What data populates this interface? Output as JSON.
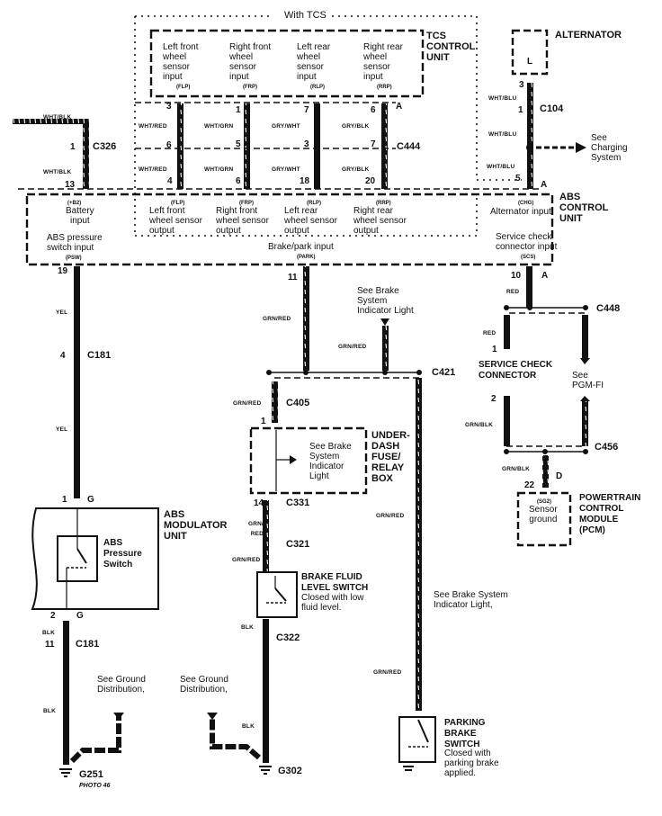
{
  "tcs": {
    "group_label": "With TCS",
    "unit_name": "TCS\nCONTROL\nUNIT",
    "inputs": [
      {
        "label": "Left front\nwheel\nsensor\ninput",
        "code": "(FLP)"
      },
      {
        "label": "Right front\nwheel\nsensor\ninput",
        "code": "(FRP)"
      },
      {
        "label": "Left rear\nwheel\nsensor\ninput",
        "code": "(RLP)"
      },
      {
        "label": "Right rear\nwheel\nsensor\ninput",
        "code": "(RRP)"
      }
    ],
    "pins_top": [
      "3",
      "1",
      "7",
      "6"
    ],
    "pins_mid": [
      "6",
      "5",
      "3",
      "7"
    ],
    "pins_bottom": [
      "4",
      "6",
      "18",
      "20"
    ],
    "wires_top": [
      "WHT/RED",
      "WHT/GRN",
      "GRY/WHT",
      "GRY/BLK"
    ],
    "wires_bottom": [
      "WHT/RED",
      "WHT/GRN",
      "GRY/WHT",
      "GRY/BLK"
    ],
    "connector_top_letter": "A",
    "connector": "C444"
  },
  "battery": {
    "wire_top": "WHT/BLK",
    "pin_mid": "1",
    "connector": "C326",
    "wire_bottom": "WHT/BLK",
    "pin_bottom": "13"
  },
  "alternator": {
    "name": "ALTERNATOR",
    "terminal": "L",
    "pin_top": "3",
    "wire1": "WHT/BLU",
    "pin_mid": "1",
    "connector": "C104",
    "wire2": "WHT/BLU",
    "see_text": "See\nCharging\nSystem",
    "wire3": "WHT/BLU",
    "pin_bottom": "5",
    "letter": "A"
  },
  "abs_unit": {
    "name": "ABS\nCONTROL\nUNIT",
    "battery_code": "(+B2)",
    "battery_label": "Battery\ninput",
    "pressure_label": "ABS pressure\nswitch input",
    "pressure_code": "(PSW)",
    "outputs": [
      {
        "code": "(FLP)",
        "label": "Left front\nwheel sensor\noutput"
      },
      {
        "code": "(FRP)",
        "label": "Right front\nwheel sensor\noutput"
      },
      {
        "code": "(RLP)",
        "label": "Left rear\nwheel sensor\noutput"
      },
      {
        "code": "(RRP)",
        "label": "Right rear\nwheel sensor\noutput"
      }
    ],
    "brake_label": "Brake/park input",
    "brake_code": "(PARK)",
    "alt_code": "(CHG)",
    "alt_label": "Alternator input",
    "scs_label": "Service check\nconnector input",
    "scs_code": "(SCS)"
  },
  "left_circuit": {
    "pin_19": "19",
    "wire_yel1": "YEL",
    "pin_4": "4",
    "connector_c181": "C181",
    "wire_yel2": "YEL",
    "pin_1": "1",
    "g_top": "G",
    "modulator_name": "ABS\nMODULATOR\nUNIT",
    "pressure_switch": "ABS\nPressure\nSwitch",
    "pin_2": "2",
    "g_bottom": "G",
    "wire_blk1": "BLK",
    "pin_11": "11",
    "connector_c181b": "C181",
    "wire_blk2": "BLK",
    "ground_see": "See Ground\nDistribution,",
    "ground": "G251",
    "photo": "PHOTO 46"
  },
  "middle_circuit": {
    "pin_11": "11",
    "wire1": "GRN/RED",
    "see_brake": "See Brake\nSystem\nIndicator Light",
    "wire2": "GRN/RED",
    "connector_c421": "C421",
    "wire3": "GRN/RED",
    "connector_c405": "C405",
    "pin_1": "1",
    "fuse_see": "See Brake\nSystem\nIndicator\nLight",
    "fuse_name": "UNDER-\nDASH\nFUSE/\nRELAY\nBOX",
    "pin_14": "14",
    "connector_c331": "C331",
    "wire4": "GRN/\nRED",
    "connector_c321": "C321",
    "wire5": "GRN/RED",
    "fluid_name": "BRAKE FLUID\nLEVEL SWITCH",
    "fluid_desc": "Closed with low\nfluid level.",
    "wire6": "BLK",
    "connector_c322": "C322",
    "ground_see": "See Ground\nDistribution,",
    "wire7": "BLK",
    "ground": "G302",
    "wire_park1": "GRN/RED",
    "see_brake2": "See Brake System\nIndicator Light,",
    "wire_park2": "GRN/RED",
    "park_name": "PARKING\nBRAKE\nSWITCH",
    "park_desc": "Closed with\nparking brake\napplied."
  },
  "right_circuit": {
    "pin_10": "10",
    "letter_a": "A",
    "wire_red1": "RED",
    "connector_c448": "C448",
    "wire_red2": "RED",
    "pin_1": "1",
    "scs_name": "SERVICE CHECK\nCONNECTOR",
    "pgm_see": "See\nPGM-FI",
    "pin_2": "2",
    "wire_gb1": "GRN/BLK",
    "connector_c456": "C456",
    "wire_gb2": "GRN/BLK",
    "letter_d": "D",
    "pin_22": "22",
    "pcm_code": "(SG2)",
    "pcm_label": "Sensor\nground",
    "pcm_name": "POWERTRAIN\nCONTROL\nMODULE\n(PCM)"
  }
}
